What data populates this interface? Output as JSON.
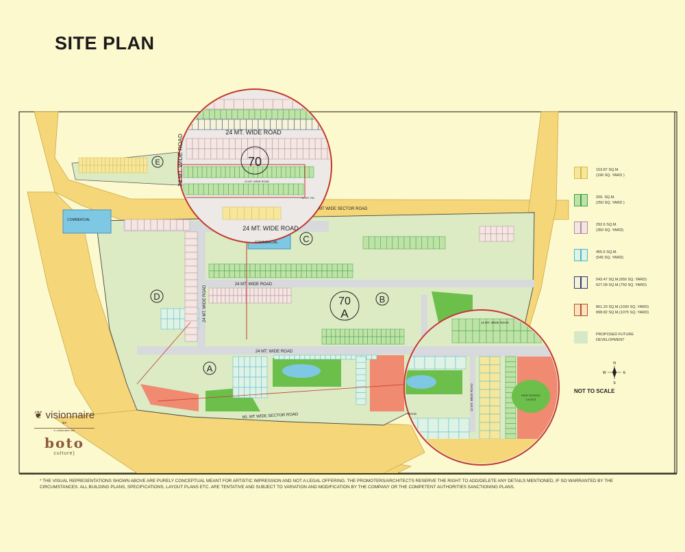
{
  "title": "SITE PLAN",
  "sectors": {
    "a": "A",
    "b": "B",
    "c": "C",
    "d": "D",
    "e": "E",
    "sector_top": "70",
    "sector_main_num": "70",
    "sector_main_letter": "A"
  },
  "roads": {
    "r24_top": "24 MT. WIDE ROAD",
    "r24_mid": "24 MT. WIDE ROAD",
    "r24_center": "24 MT. WIDE ROAD",
    "r24_low": "24 MT. WIDE ROAD",
    "r24_vert": "24 MT. WIDE ROAD",
    "r24_vert_zoom": "24 MT. WIDE ROAD",
    "r12": "12 MT. WIDE ROAD",
    "r12_rd": "12 MT. RD",
    "sector_road": "MT WIDE SECTOR ROAD",
    "sector_road_60": "60. MT WIDE SECTOR ROAD",
    "r12_vert": "12 MT. WIDE ROAD",
    "road": "ROAD"
  },
  "labels": {
    "commercial_left": "COMMERCIAL",
    "commercial_center": "COMMERCIAL",
    "high_school": "HIGH SCHOOL",
    "high_school_area": "3.6 ACS"
  },
  "legend": [
    {
      "line1": "153.87 SQ.M.",
      "line2": "(196 SQ. YARD )",
      "color": "#d8b84a",
      "fill": "#f6e79c"
    },
    {
      "line1": "209. SQ.M.",
      "line2": "(250 SQ. YARD )",
      "color": "#3aa04a",
      "fill": "#bfe3a6"
    },
    {
      "line1": "292.6 SQ.M.",
      "line2": "(350 SQ. YARD)",
      "color": "#b08aa0",
      "fill": "#f4e6e0"
    },
    {
      "line1": "455.6 SQ.M.",
      "line2": "(545 SQ. YARD)",
      "color": "#4ab8c8",
      "fill": "#dff2e6"
    },
    {
      "line1": "543.47 SQ.M.(650 SQ. YARD)",
      "line2": "627.09 SQ.M.(750 SQ. YARD)",
      "color": "#2a3a7a",
      "fill": "#f7f3d8"
    },
    {
      "line1": "861.20 SQ.M.(1030 SQ. YARD)",
      "line2": "898.82 SQ.M.(1075 SQ. YARD)",
      "color": "#b0522a",
      "fill": "#fbe3c0"
    },
    {
      "line1": "PROPOSED FUTURE",
      "line2": "DEVELOPMENT",
      "color": "#d6e8c8",
      "fill": "#d6e8c8"
    }
  ],
  "compass": {
    "n": "N",
    "s": "S",
    "e": "E",
    "w": "W"
  },
  "scale_note": "NOT TO SCALE",
  "logos": {
    "brand": "visionnaire",
    "partner": "ipe",
    "collab": "in collaboration with",
    "boto": "boto",
    "culture": "culture)"
  },
  "disclaimer": "* THE VISUAL REPRESENTATIONS SHOWN ABOVE ARE PURELY CONCEPTUAL MEANT FOR ARTISTIC IMPRESSION AND NOT A LEGAL OFFERING. THE PROMOTERS/ARCHITECTS RESERVE THE RIGHT TO ADD/DELETE ANY DETAILS MENTIONED, IF SO WARRANTED BY THE CIRCUMSTANCES. ALL BUILDING PLANS, SPECIFICATIONS, LAYOUT PLANS ETC. ARE TENTATIVE AND SUBJECT TO VARIATION AND MODIFICATION BY THE COMPANY OR THE COMPETENT AUTHORITIES SANCTIONING PLANS.",
  "colors": {
    "background": "#fdf9cf",
    "sector_road": "#f5d77a",
    "site": "#dcebc4",
    "internal_road": "#d7d9dc",
    "magnifier": "#c0392b",
    "park": "#6cbf4a",
    "water": "#7ec8e3",
    "school": "#f08a70"
  }
}
